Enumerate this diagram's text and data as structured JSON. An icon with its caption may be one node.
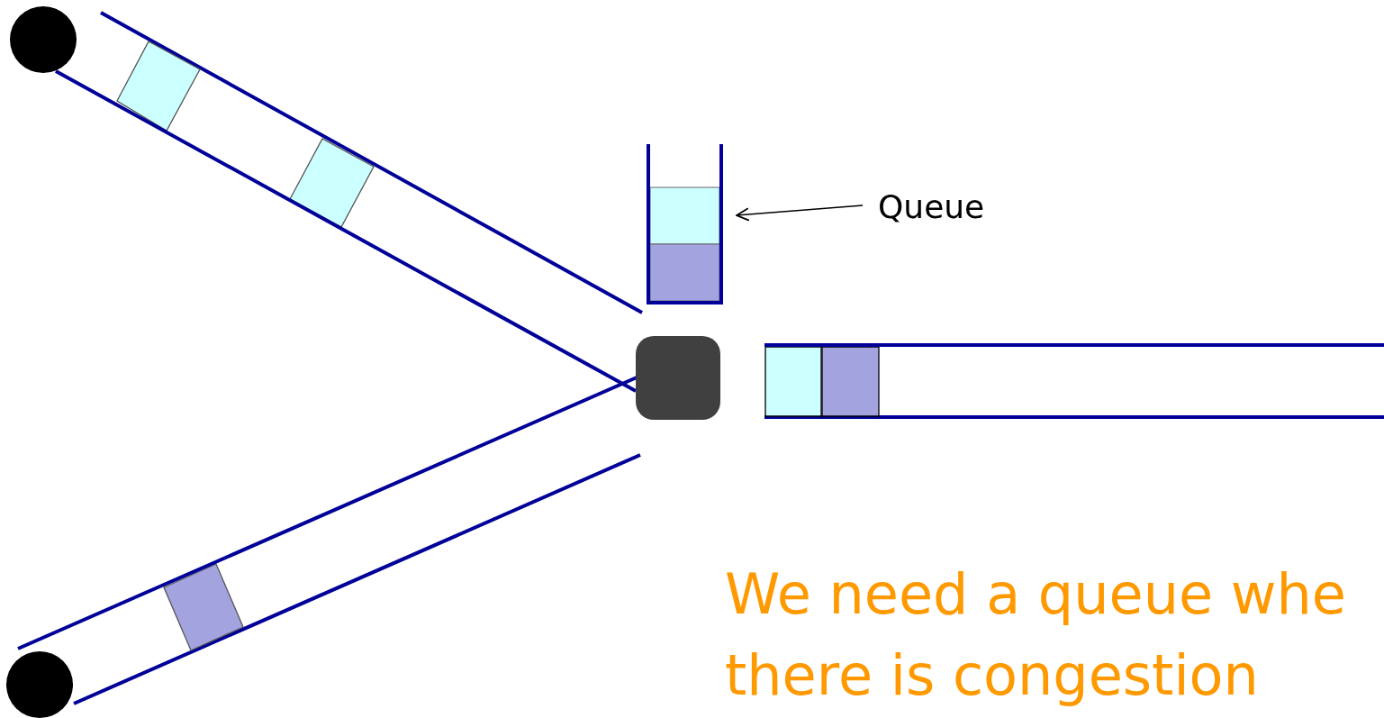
{
  "diagram": {
    "nodes": [
      {
        "text": [],
        "shape": "circle"
      },
      {
        "text": [],
        "shape": "circle"
      },
      {
        "text": [],
        "shape": "box"
      },
      {
        "text": [],
        "shape": "box"
      },
      {
        "text": [
          "Queue"
        ]
      }
    ],
    "edges": [
      {
        "from": 0,
        "to": 3,
        "arrow": "none"
      },
      {
        "from": 1,
        "to": 3,
        "arrow": "none"
      },
      {
        "from": 3,
        "to": null,
        "arrow": "none"
      },
      {
        "from": 4,
        "to": 2,
        "arrow": "to",
        "color": "#000000"
      }
    ],
    "labels": [
      "We need a queue whe there is congestion"
    ]
  }
}
